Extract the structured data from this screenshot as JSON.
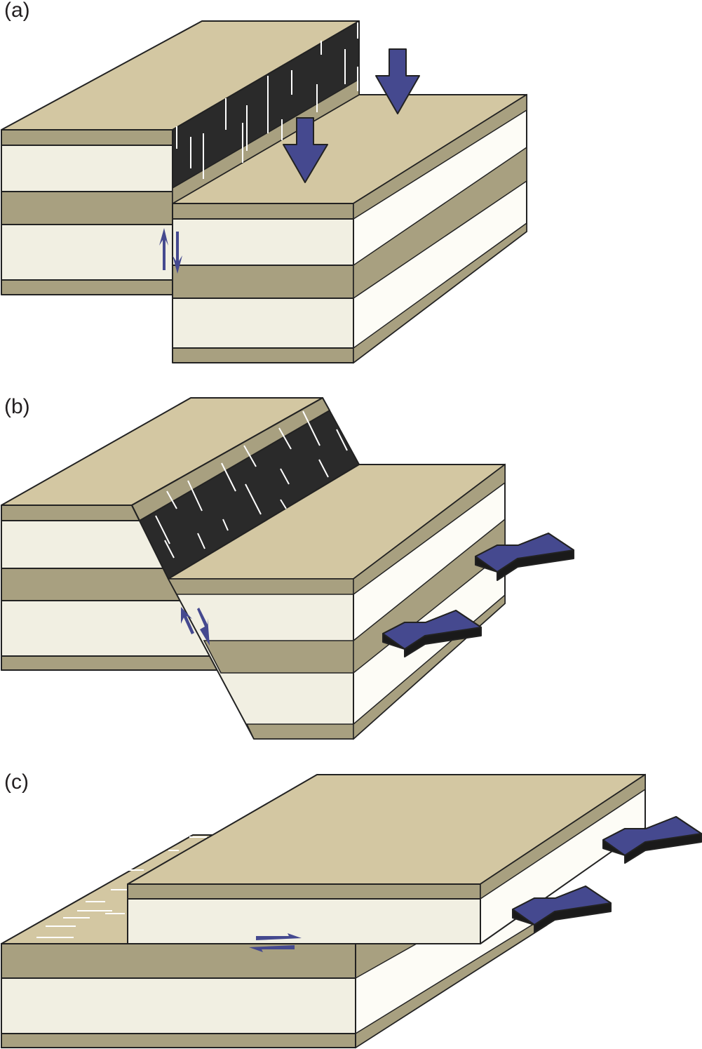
{
  "panels": [
    {
      "label": "(a)"
    },
    {
      "label": "(b)"
    },
    {
      "label": "(c)"
    }
  ],
  "colors": {
    "top": "#d3c7a2",
    "dark_band": "#a8a080",
    "light_band": "#f1efe2",
    "side_light": "#fdfcf6",
    "fault_plane": "#2a2a2a",
    "arrow": "#45498f",
    "outline": "#222222"
  }
}
